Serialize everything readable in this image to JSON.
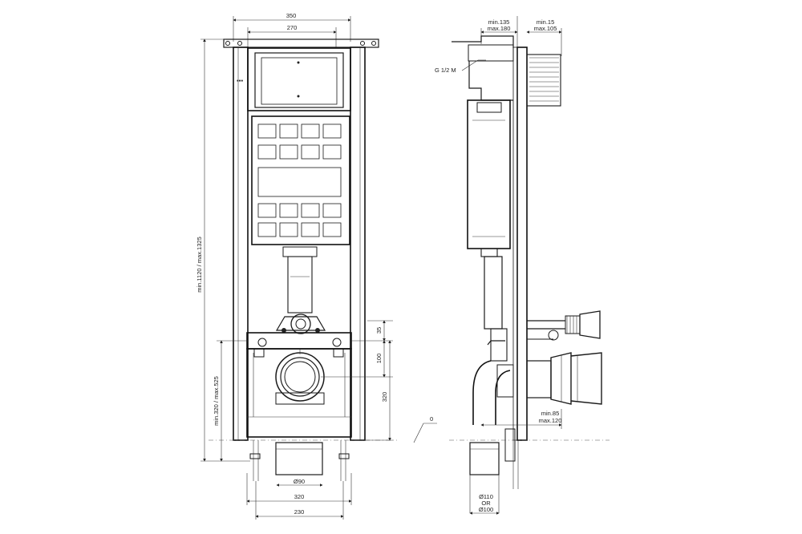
{
  "front_view": {
    "width_outer": "350",
    "width_inner": "270",
    "height_total": "min.1120 / max.1325",
    "height_bracket": "min.320 / max.525",
    "dim_35": "35",
    "dim_100": "100",
    "dim_320_right": "320",
    "dim_90": "Ø90",
    "dim_320_bottom": "320",
    "dim_230": "230"
  },
  "side_view": {
    "depth_top_min": "min.135",
    "depth_top_max": "max.180",
    "flush_min": "min.15",
    "flush_max": "max.105",
    "thread": "G 1/2 M",
    "angle": "0",
    "bottom_min": "min.85",
    "bottom_max": "max.120",
    "pipe_110": "Ø110",
    "pipe_or": "OR",
    "pipe_100": "Ø100"
  }
}
